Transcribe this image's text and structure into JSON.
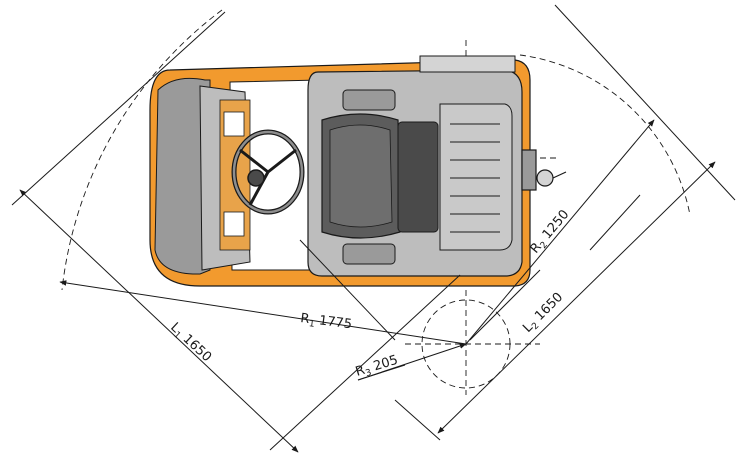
{
  "colors": {
    "chassis": "#f29a2e",
    "chassis_dark": "#c97414",
    "body_grey": "#bdbdbd",
    "body_grey_dark": "#8e8e8e",
    "seat": "#5c5c5c",
    "line": "#1a1a1a"
  },
  "dimensions": {
    "r1": {
      "sym": "R",
      "sub": "1",
      "value": "1775"
    },
    "r2": {
      "sym": "R",
      "sub": "2",
      "value": "1250"
    },
    "r3": {
      "sym": "R",
      "sub": "3",
      "value": "205"
    },
    "l1": {
      "sym": "L",
      "sub": "1",
      "value": "1650"
    },
    "l2": {
      "sym": "L",
      "sub": "2",
      "value": "1650"
    }
  }
}
